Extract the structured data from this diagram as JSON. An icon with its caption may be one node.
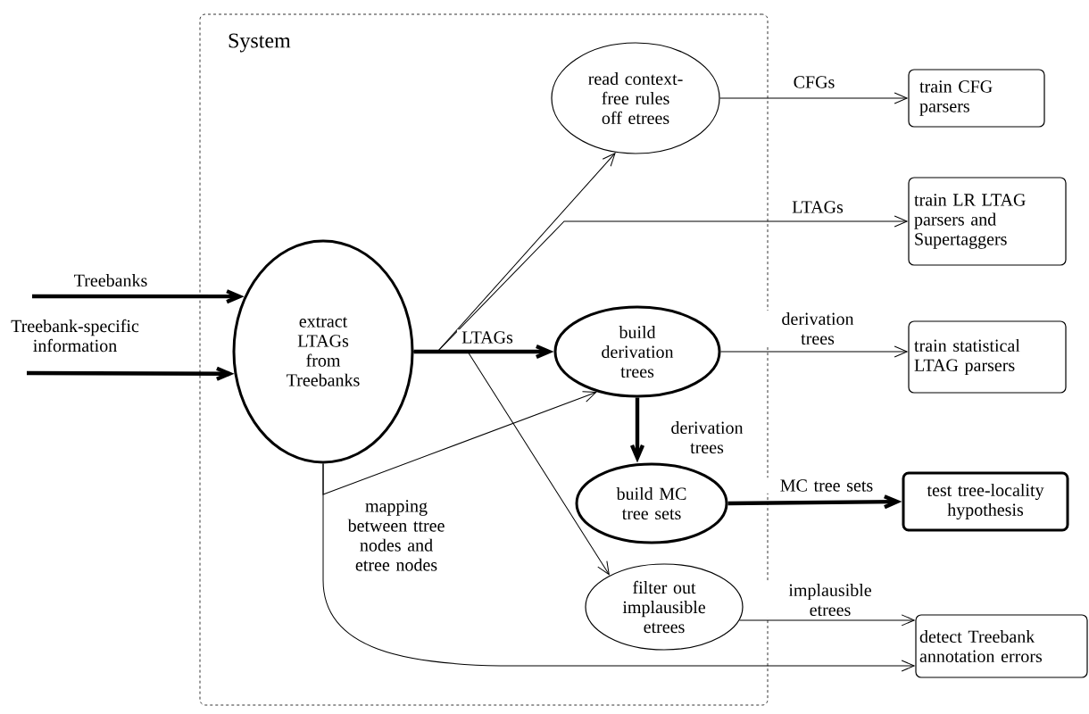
{
  "diagram": {
    "nodes": [
      {
        "text": [
          "System"
        ]
      },
      {
        "text": [
          "extract LTAGs from Treebanks"
        ],
        "in": 0
      },
      {
        "text": [
          "read context-free rules off etrees"
        ],
        "in": 0
      },
      {
        "text": [
          "build derivation trees"
        ],
        "in": 0
      },
      {
        "text": [
          "build MC tree sets"
        ],
        "in": 0
      },
      {
        "text": [
          "filter out implausible etrees"
        ],
        "in": 0
      },
      {
        "text": [
          "train CFG parsers"
        ]
      },
      {
        "text": [
          "train LR LTAG parsers and Supertaggers"
        ]
      },
      {
        "text": [
          "train statistical LTAG parsers"
        ]
      },
      {
        "text": [
          "test tree-locality hypothesis"
        ]
      },
      {
        "text": [
          "detect Treebank annotation errors"
        ]
      }
    ],
    "edges": [
      {
        "from": null,
        "to": 1,
        "arrow": "to",
        "label": "Treebanks",
        "style": "thick"
      },
      {
        "from": null,
        "to": 1,
        "arrow": "to",
        "label": "Treebank-specific information",
        "style": "thick"
      },
      {
        "from": 1,
        "to": 3,
        "arrow": "to",
        "label": "LTAGs",
        "style": "thick"
      },
      {
        "from": 1,
        "to": 2,
        "arrow": "to"
      },
      {
        "from": 1,
        "to": 7,
        "arrow": "to",
        "label": "LTAGs"
      },
      {
        "from": 1,
        "to": 5,
        "arrow": "to"
      },
      {
        "from": 1,
        "to": 3,
        "arrow": "to",
        "label": "mapping between ttree nodes and etree nodes"
      },
      {
        "from": 1,
        "to": 10,
        "arrow": "to"
      },
      {
        "from": 2,
        "to": 6,
        "arrow": "to",
        "label": "CFGs"
      },
      {
        "from": 3,
        "to": 8,
        "arrow": "to",
        "label": "derivation trees"
      },
      {
        "from": 3,
        "to": 4,
        "arrow": "to",
        "label": "derivation trees",
        "style": "thick"
      },
      {
        "from": 4,
        "to": 9,
        "arrow": "to",
        "label": "MC tree sets",
        "style": "thick"
      },
      {
        "from": 5,
        "to": 10,
        "arrow": "to",
        "label": "implausible etrees"
      }
    ]
  }
}
